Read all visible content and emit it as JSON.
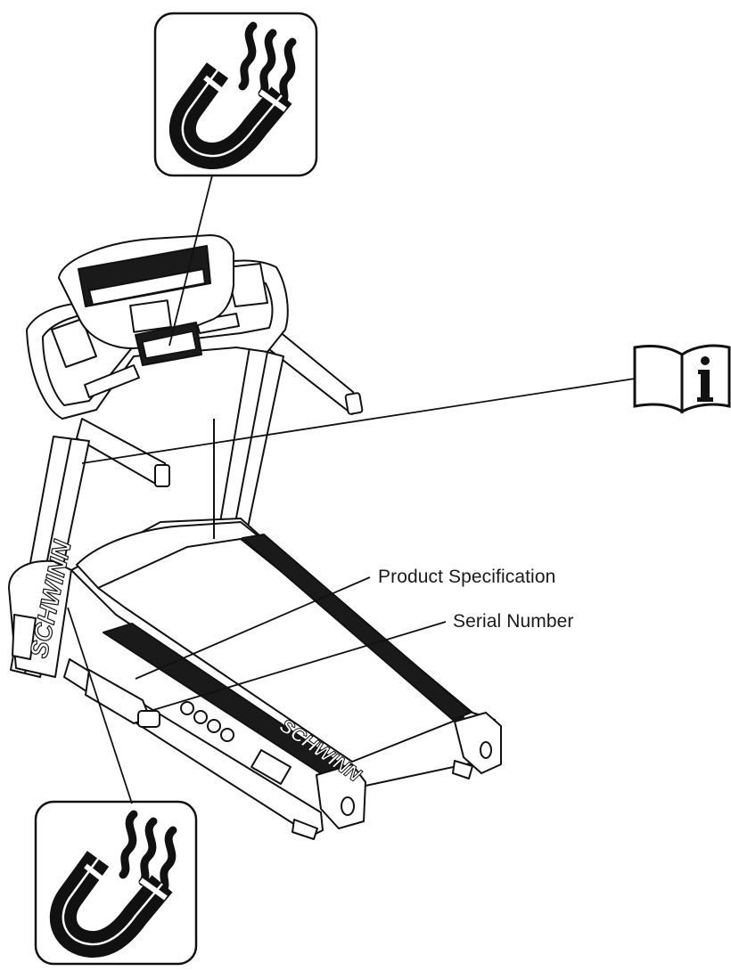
{
  "labels": {
    "product_specification": "Product Specification",
    "serial_number": "Serial Number"
  },
  "brand": {
    "upright": "SCHWINN",
    "deck": "SCHWINN"
  },
  "icons": {
    "top_magnet": "magnet-warning-icon",
    "bottom_magnet": "magnet-warning-icon",
    "manual": "read-manual-info-icon"
  },
  "colors": {
    "line": "#111111",
    "fill": "#ffffff",
    "dark_panel": "#1a1a1a",
    "paper": "#ffffff"
  }
}
